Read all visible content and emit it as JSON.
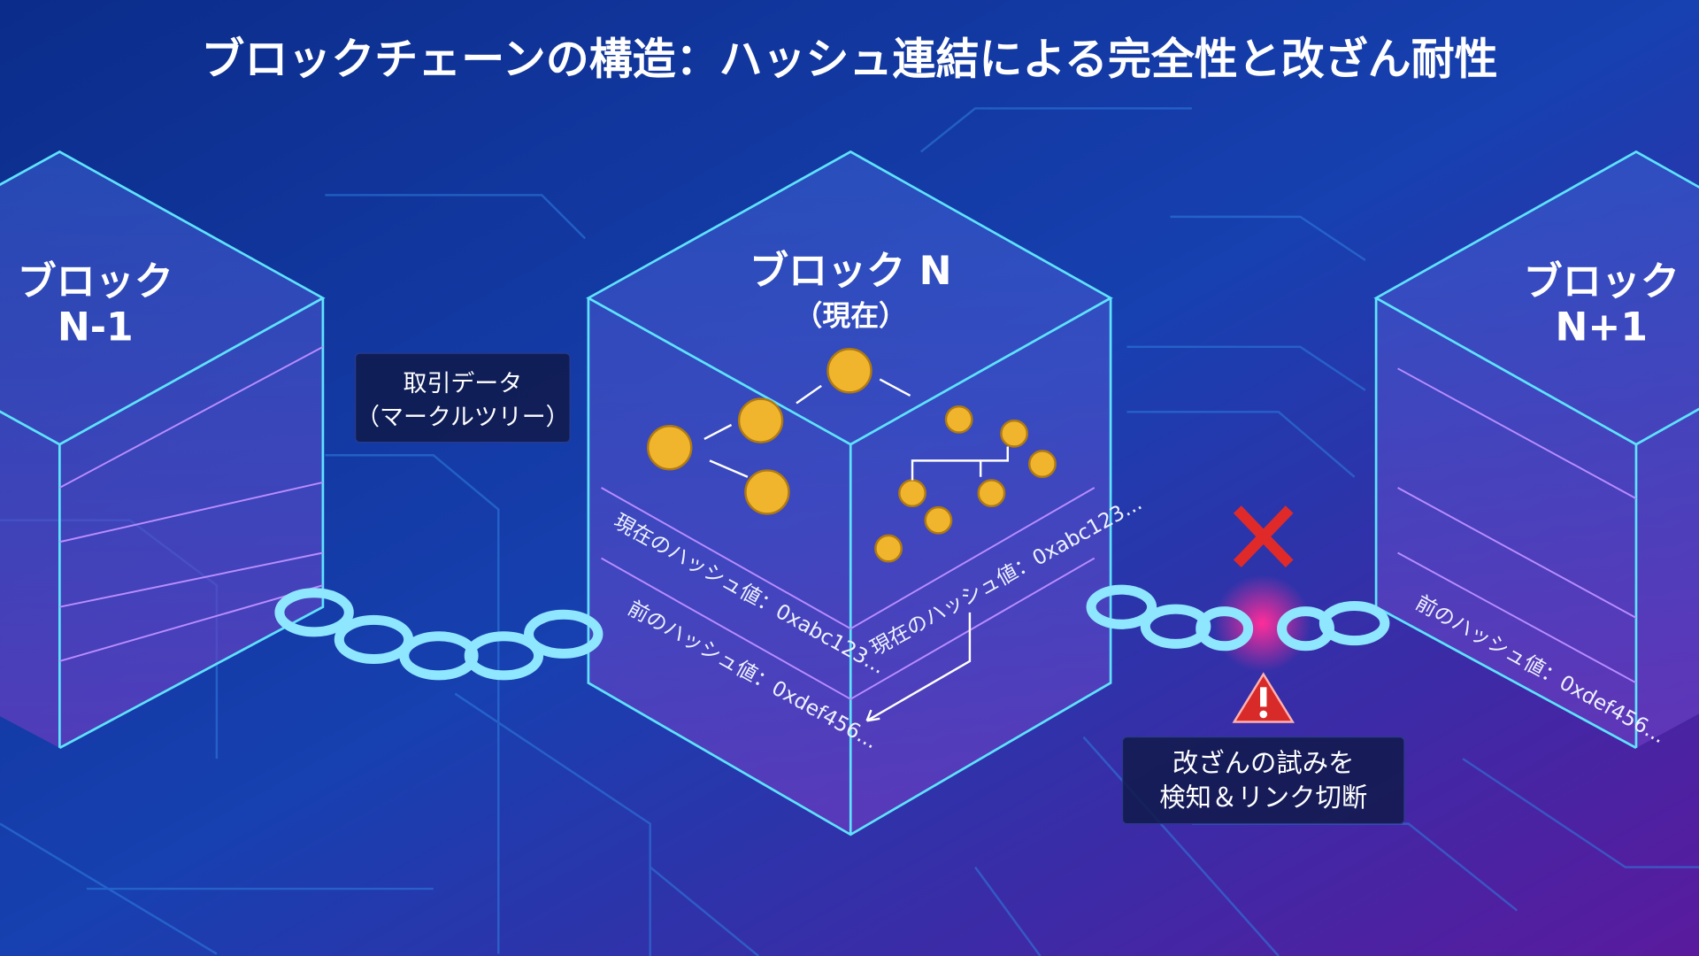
{
  "title": "ブロックチェーンの構造：ハッシュ連結による完全性と改ざん耐性",
  "blocks": {
    "prev": {
      "line1": "ブロック",
      "line2": "N-1"
    },
    "current": {
      "line1": "ブロック N",
      "line2": "（現在）",
      "current_hash": "現在のハッシュ値：0xabc123...",
      "prev_hash": "前のハッシュ値：0xdef456...",
      "right_hash": "現在のハッシュ値：0xabc123..."
    },
    "next": {
      "line1": "ブロック",
      "line2": "N+1",
      "prev_hash": "前のハッシュ値：0xdef456..."
    }
  },
  "callouts": {
    "transaction": {
      "line1": "取引データ",
      "line2": "（マークルツリー）"
    },
    "tamper": {
      "line1": "改ざんの試みを",
      "line2": "検知＆リンク切断"
    }
  },
  "icons": {
    "broken": "red-x-icon",
    "warning": "warning-triangle-icon",
    "coin": "coin-icon"
  },
  "colors": {
    "bg_left": "#0b3a9c",
    "bg_right": "#5a1a9e",
    "edge": "#5fe3ff",
    "alert": "#e02a2a"
  }
}
